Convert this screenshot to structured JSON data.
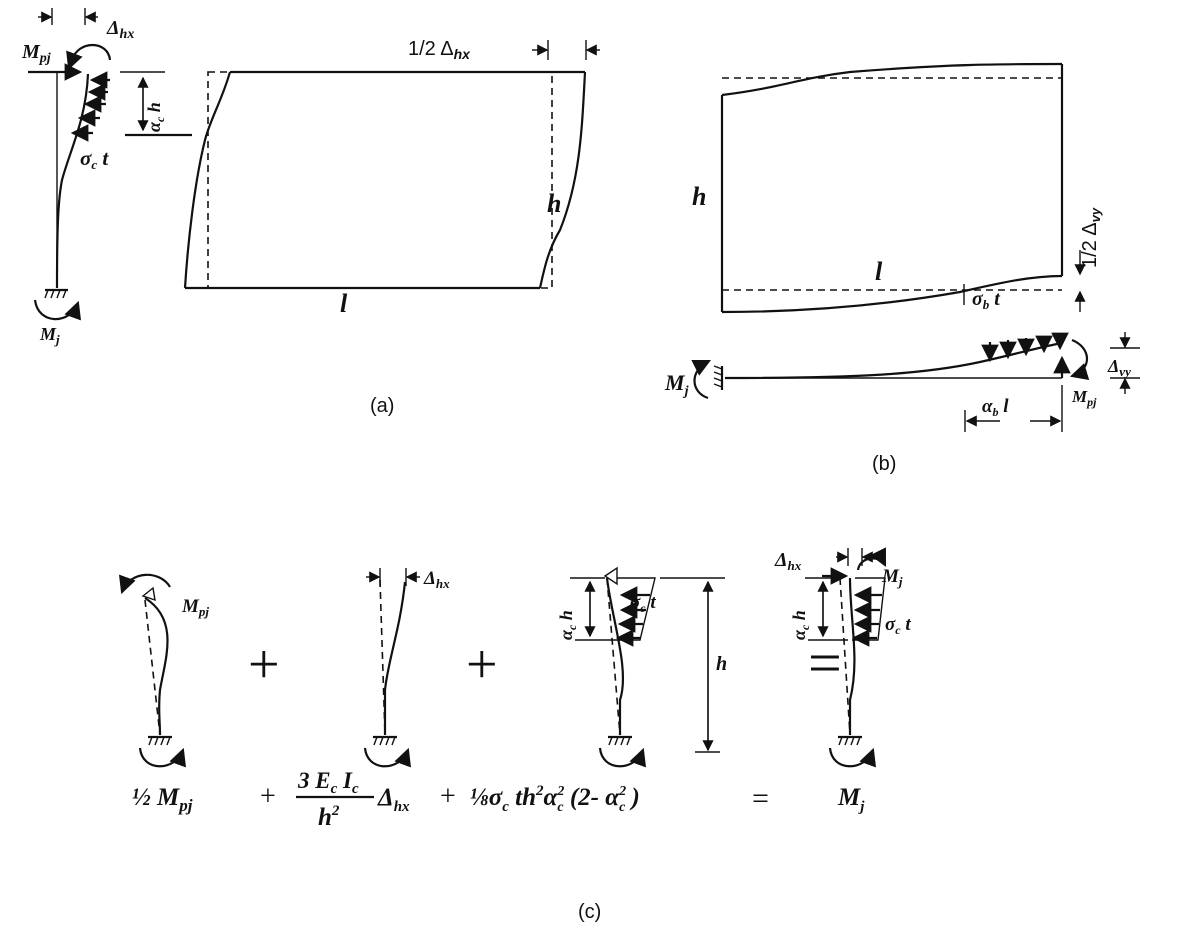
{
  "panel_a": {
    "caption": "(a)",
    "labels": {
      "mpj": "M",
      "mpj_sub": "pj",
      "dhx": "Δ",
      "dhx_sub": "hx",
      "half_dhx": "1/2 Δ",
      "half_dhx_sub": "hx",
      "sigma": "σ",
      "sigma_sub": "c",
      "sigma_t": " t",
      "alpha": "α",
      "alpha_sub": "c",
      "alpha_h": " h",
      "h": "h",
      "l": "l",
      "mj": "M",
      "mj_sub": "j"
    }
  },
  "panel_b": {
    "caption": "(b)",
    "labels": {
      "h": "h",
      "l": "l",
      "sigma": "σ",
      "sigma_sub": "b",
      "sigma_t": " t",
      "half_dvy": "1/2 Δ",
      "half_dvy_sub": "vy",
      "mj": "M",
      "mj_sub": "j",
      "dvy": "Δ",
      "dvy_sub": "vy",
      "mpj": "M",
      "mpj_sub": "pj",
      "alpha": "α",
      "alpha_sub": "b",
      "alpha_l": " l"
    }
  },
  "panel_c": {
    "caption": "(c)",
    "plus": "+",
    "equals": "=",
    "labels": {
      "mpj": "M",
      "mpj_sub": "pj",
      "dhx": "Δ",
      "dhx_sub": "hx",
      "alpha": "α",
      "alpha_sub": "c",
      "alpha_h": " h",
      "sigma": "σ",
      "sigma_sub": "c",
      "sigma_t": " t",
      "h": "h",
      "mj": "M",
      "mj_sub": "j"
    },
    "equation": {
      "t1": "½ M",
      "t1_sub": "pj",
      "plus": "+",
      "frac_num": "3 E",
      "frac_num_sub1": "c",
      "frac_num_i": " I",
      "frac_num_sub2": "c",
      "frac_den": "h",
      "frac_den_sup": "2",
      "t2": "Δ",
      "t2_sub": "hx",
      "t3": "⅛σ",
      "t3_sub": "c",
      "t3b": " th",
      "t3b_sup": "2",
      "t3c": "α",
      "t3c_sup": "2",
      "t3c_sub": "c",
      "t3d": " (2- α",
      "t3d_sup": "2",
      "t3d_sub": "c",
      "t3e": " )",
      "eq": "=",
      "rhs": "M",
      "rhs_sub": "j"
    }
  }
}
